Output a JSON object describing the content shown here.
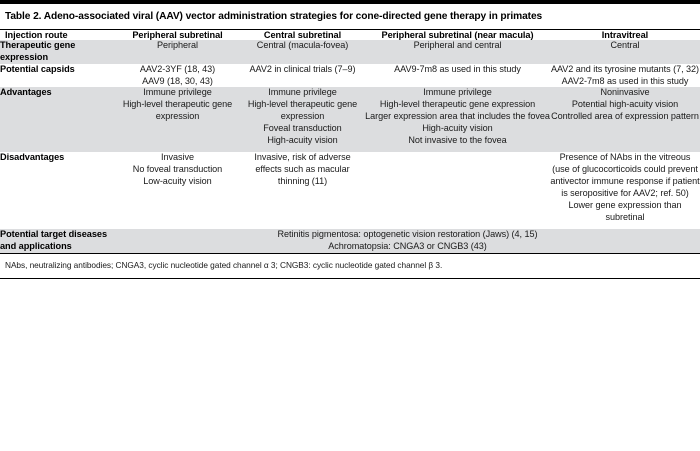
{
  "caption": "Table 2. Adeno-associated viral (AAV) vector administration strategies for cone-directed gene therapy in primates",
  "columns": {
    "label_header": "Injection route",
    "headers": [
      "Peripheral subretinal",
      "Central subretinal",
      "Peripheral subretinal (near macula)",
      "Intravitreal"
    ]
  },
  "rows": [
    {
      "label": "Therapeutic gene expression",
      "cells": [
        "Peripheral",
        "Central (macula-fovea)",
        "Peripheral and central",
        "Central"
      ]
    },
    {
      "label": "Potential capsids",
      "cells": [
        "AAV2-3YF (18, 43)\nAAV9 (18, 30, 43)",
        "AAV2 in clinical trials (7–9)",
        "AAV9-7m8 as used in this study",
        "AAV2 and its tyrosine mutants (7, 32)\nAAV2-7m8 as used in this study"
      ]
    },
    {
      "label": "Advantages",
      "cells": [
        "Immune privilege\nHigh-level therapeutic gene expression",
        "Immune privilege\nHigh-level therapeutic gene expression\nFoveal transduction\nHigh-acuity vision",
        "Immune privilege\nHigh-level therapeutic gene expression\nLarger expression area that includes the fovea\nHigh-acuity vision\nNot invasive to the fovea",
        "Noninvasive\nPotential high-acuity vision\nControlled area of expression pattern"
      ]
    },
    {
      "label": "Disadvantages",
      "cells": [
        "Invasive\nNo foveal transduction\nLow-acuity vision",
        "Invasive, risk of adverse effects such as macular thinning (11)",
        "",
        "Presence of NAbs in the vitreous (use of glucocorticoids could prevent antivector immune response if patient is seropositive for AAV2; ref. 50)\nLower gene expression than subretinal"
      ]
    }
  ],
  "spanning_row": {
    "label": "Potential target diseases and applications",
    "text": "Retinitis pigmentosa: optogenetic vision restoration (Jaws) (4, 15)\nAchromatopsia: CNGA3 or CNGB3 (43)"
  },
  "footnote": "NAbs, neutralizing antibodies; CNGA3, cyclic nucleotide gated channel α 3; CNGB3: cyclic nucleotide gated channel β 3.",
  "colors": {
    "band": "#dcdddf",
    "rule": "#000000",
    "text": "#1a1a1a",
    "background": "#ffffff"
  }
}
